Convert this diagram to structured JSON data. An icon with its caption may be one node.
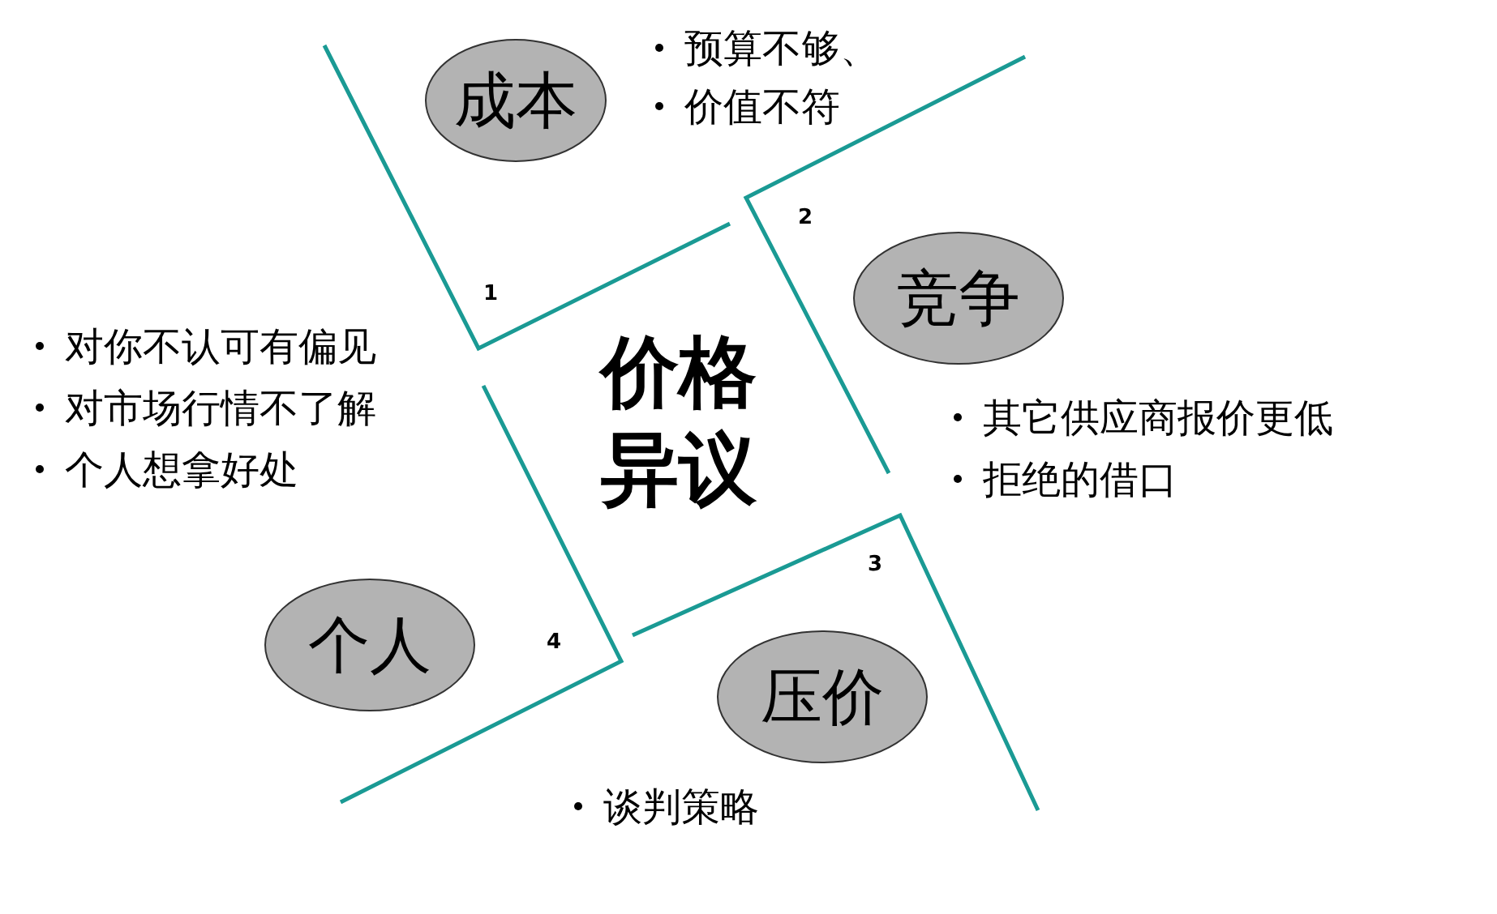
{
  "diagram": {
    "nodes": [
      {
        "text": [
          "价格异议"
        ]
      },
      {
        "text": [
          "成本"
        ],
        "beside": [
          "预算不够、",
          "价值不符"
        ]
      },
      {
        "text": [
          "竞争"
        ],
        "beside": [
          "其它供应商报价更低",
          "拒绝的借口"
        ]
      },
      {
        "text": [
          "压价"
        ],
        "beside": [
          "谈判策略"
        ]
      },
      {
        "text": [
          "个人"
        ],
        "beside": [
          "对你不认可有偏见",
          "对市场行情不了解",
          "个人想拿好处"
        ]
      }
    ],
    "edges": [],
    "labels": [
      "1",
      "2",
      "3",
      "4"
    ]
  }
}
